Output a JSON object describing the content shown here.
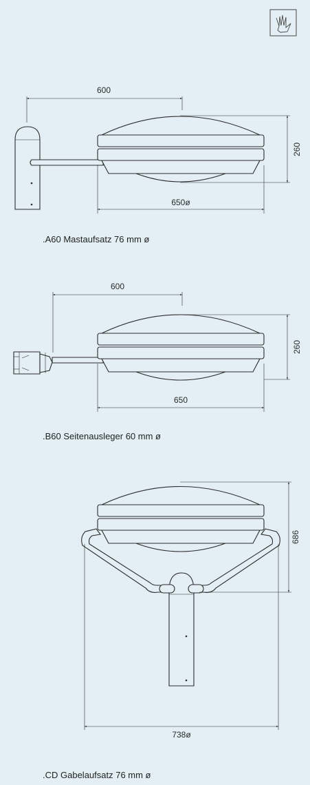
{
  "icon": {
    "name": "hand-icon"
  },
  "views": [
    {
      "caption": ".A60 Mastaufsatz 76 mm ø",
      "dim_arm": "600",
      "dim_height": "260",
      "dim_width": "650ø"
    },
    {
      "caption": ".B60 Seitenausleger 60 mm ø",
      "dim_arm": "600",
      "dim_height": "260",
      "dim_width": "650"
    },
    {
      "caption": ".CD Gabelaufsatz 76 mm ø",
      "dim_height": "686",
      "dim_width": "738ø"
    }
  ]
}
